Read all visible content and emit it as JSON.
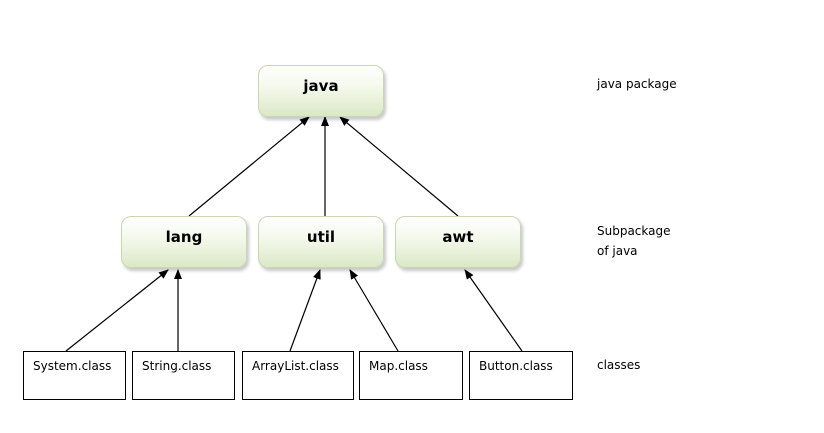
{
  "diagram": {
    "root": {
      "label": "java"
    },
    "subpackages": [
      {
        "label": "lang"
      },
      {
        "label": "util"
      },
      {
        "label": "awt"
      }
    ],
    "classes": [
      {
        "label": "System.class",
        "parent": "lang"
      },
      {
        "label": "String.class",
        "parent": "lang"
      },
      {
        "label": "ArrayList.class",
        "parent": "util"
      },
      {
        "label": "Map.class",
        "parent": "util"
      },
      {
        "label": "Button.class",
        "parent": "awt"
      }
    ],
    "level_labels": {
      "root": "java package",
      "subpackage_line1": "Subpackage",
      "subpackage_line2": "of java",
      "classes": "classes"
    },
    "edges": [
      {
        "from": "lang",
        "to": "java"
      },
      {
        "from": "util",
        "to": "java"
      },
      {
        "from": "awt",
        "to": "java"
      },
      {
        "from": "System.class",
        "to": "lang"
      },
      {
        "from": "String.class",
        "to": "lang"
      },
      {
        "from": "ArrayList.class",
        "to": "util"
      },
      {
        "from": "Map.class",
        "to": "util"
      },
      {
        "from": "Button.class",
        "to": "awt"
      }
    ],
    "colors": {
      "package_fill_top": "#ffffff",
      "package_fill_bottom": "#dbe8c6",
      "package_border": "#c9d6b3",
      "arrow": "#000000"
    }
  }
}
